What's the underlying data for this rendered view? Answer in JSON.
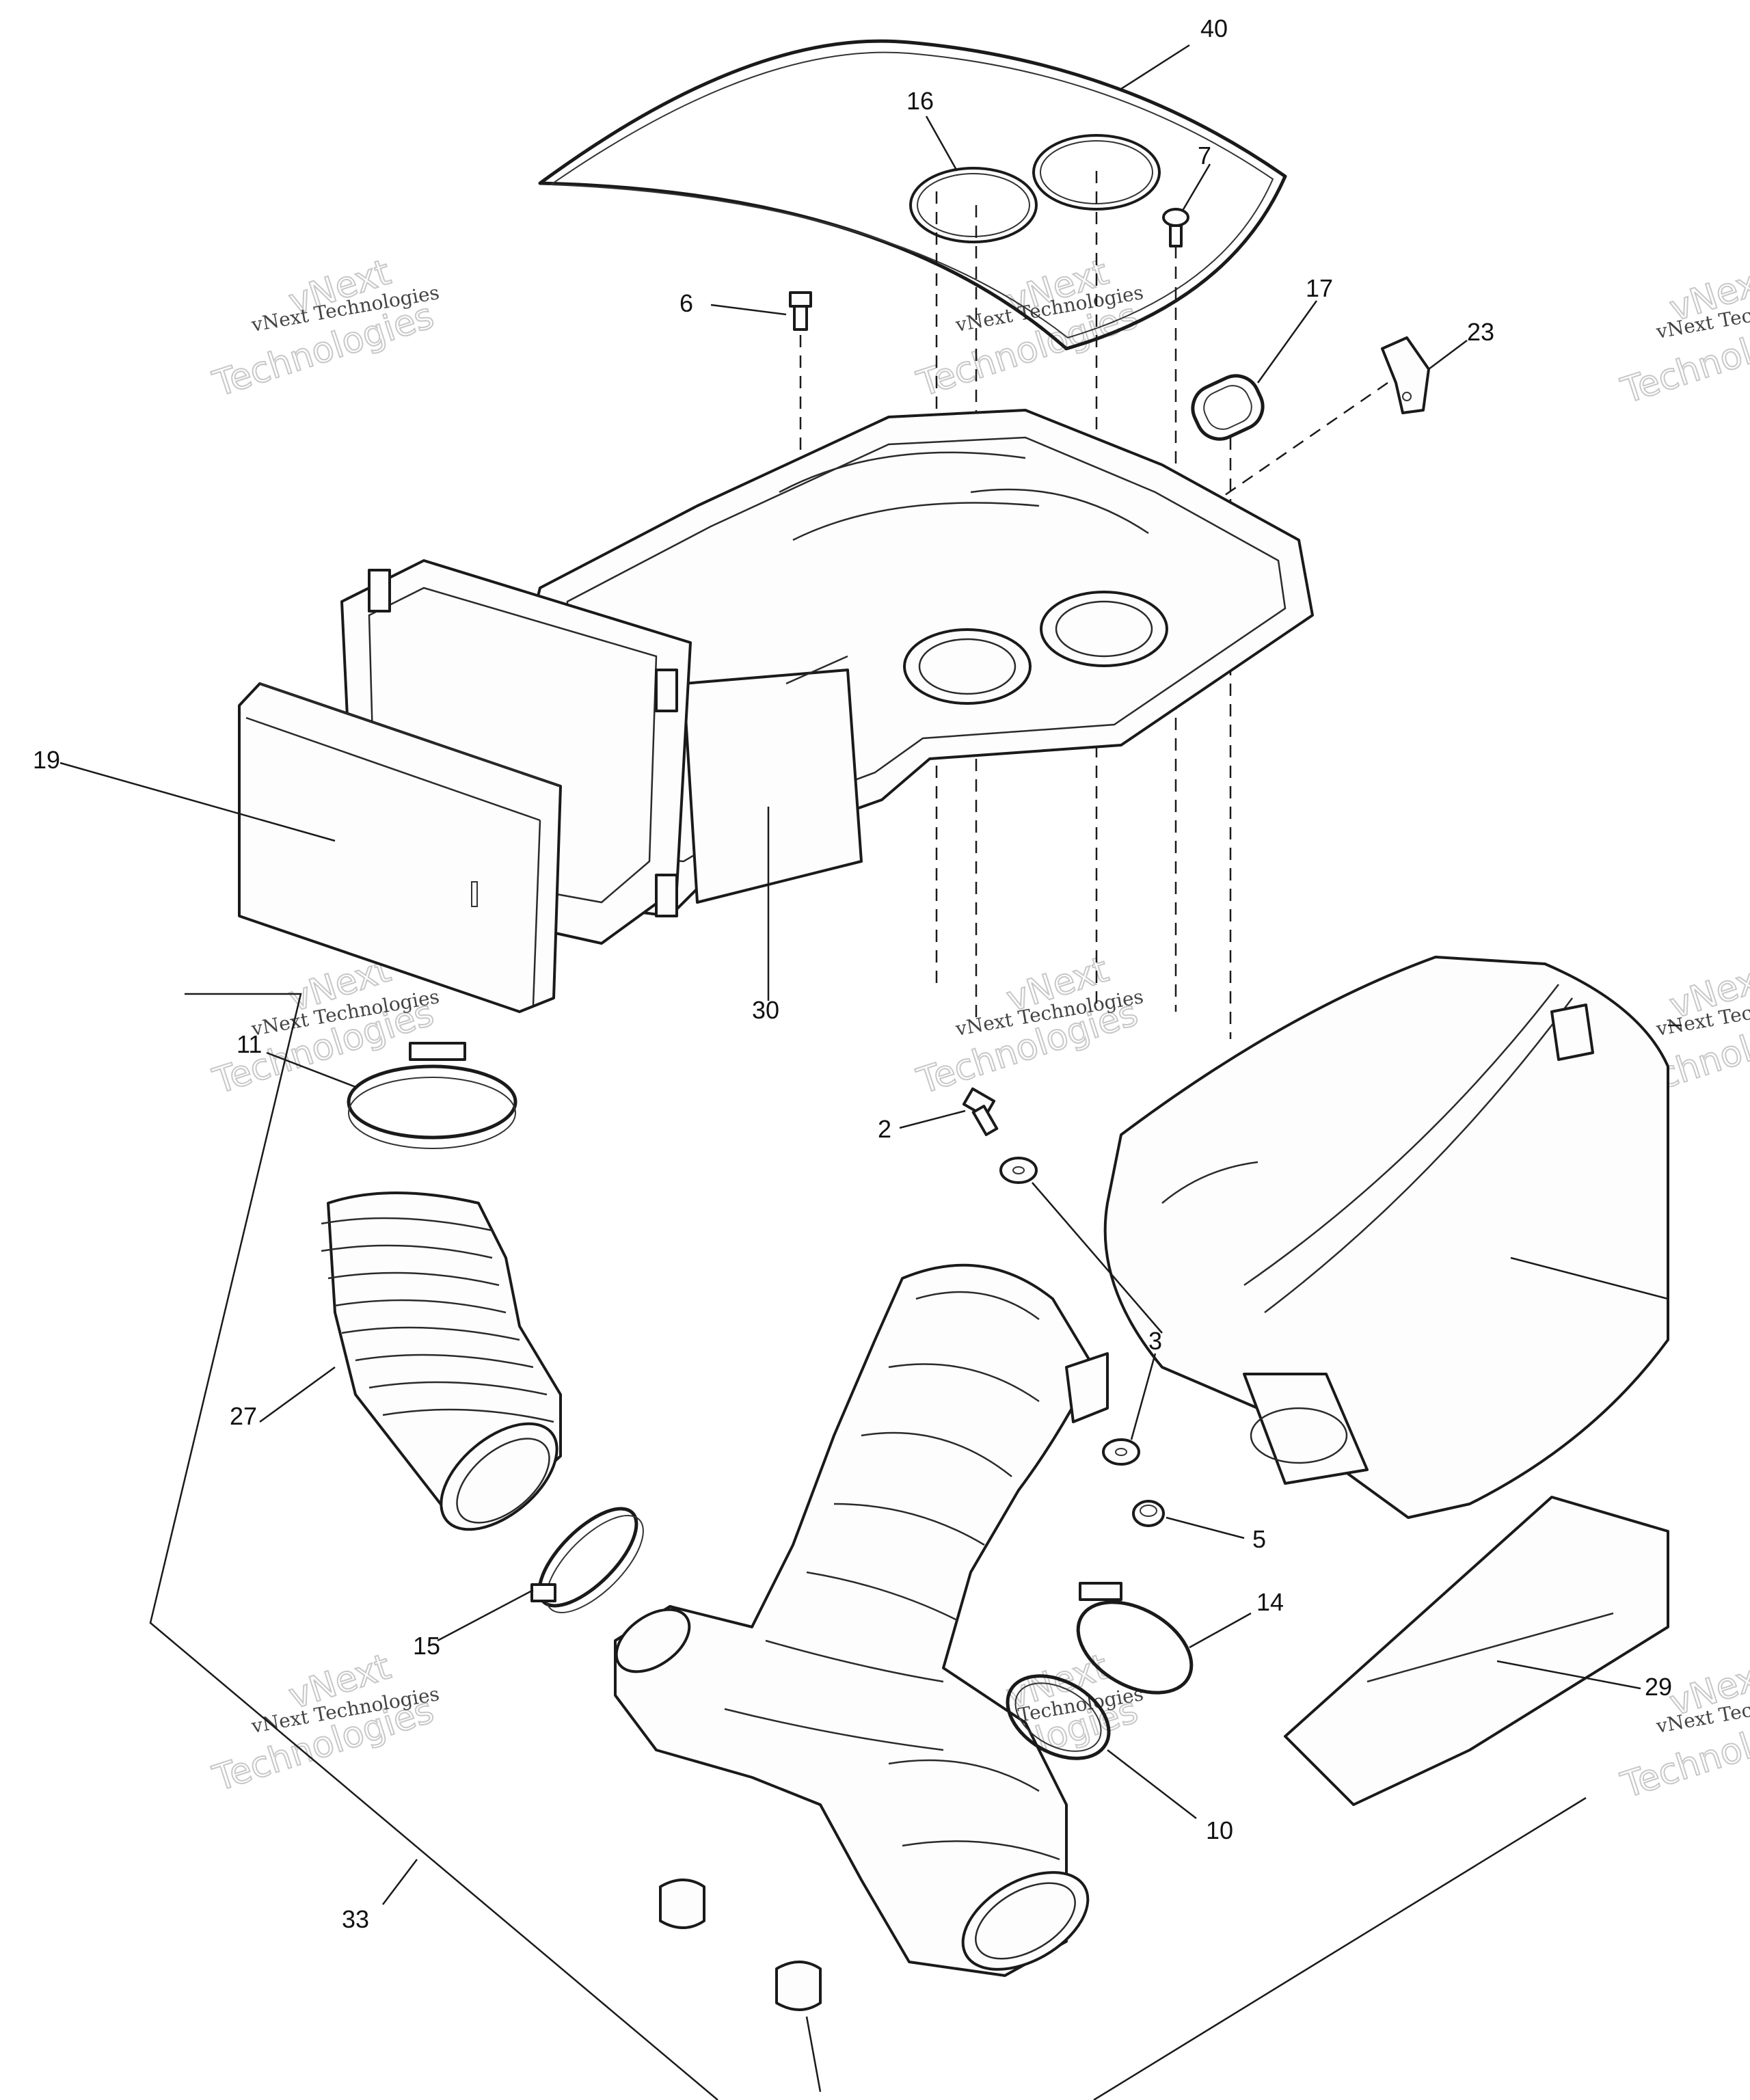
{
  "callouts": {
    "c40": "40",
    "c16": "16",
    "c7": "7",
    "c6": "6",
    "c17": "17",
    "c23": "23",
    "c19": "19",
    "c30": "30",
    "c11": "11",
    "c2": "2",
    "c3": "3",
    "c27": "27",
    "c5": "5",
    "c14": "14",
    "c15": "15",
    "c29": "29",
    "c10": "10",
    "c33": "33"
  },
  "watermark": {
    "line1": "vNext Technologies",
    "brand_top": "vNext",
    "brand_bottom": "Technologies"
  }
}
